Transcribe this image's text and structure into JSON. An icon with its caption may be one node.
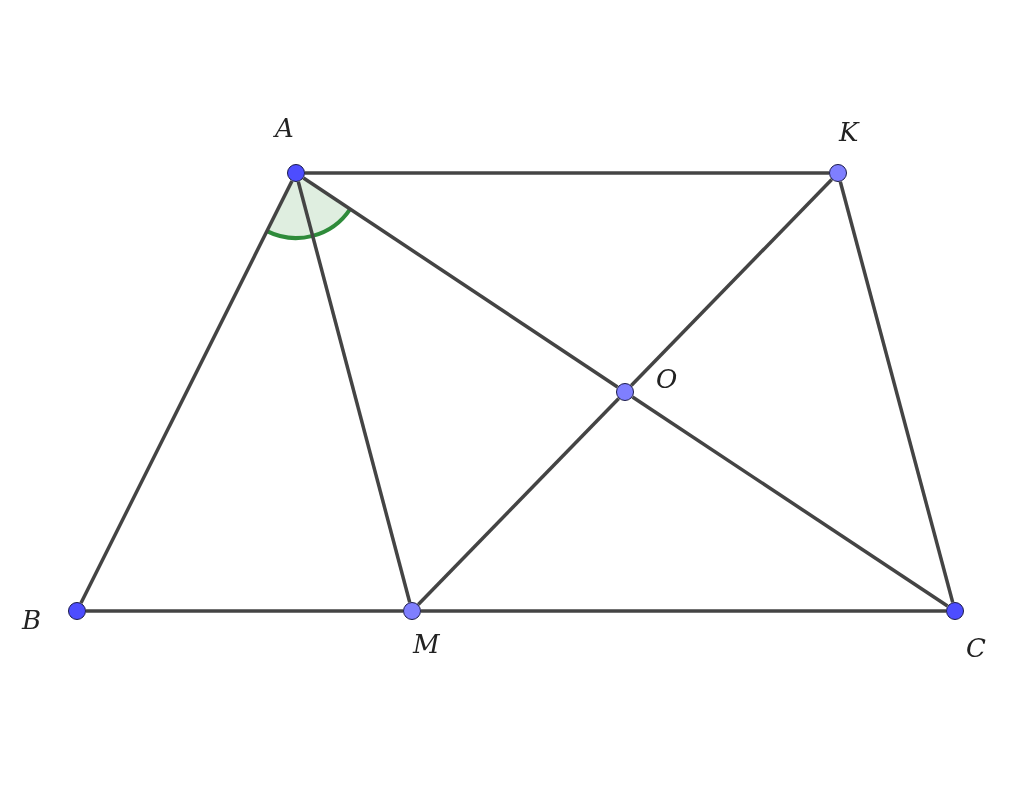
{
  "diagram": {
    "nodes": [
      {
        "text": [
          "A"
        ]
      },
      {
        "text": [
          "K"
        ]
      },
      {
        "text": [
          "O"
        ]
      },
      {
        "text": [
          "B"
        ]
      },
      {
        "text": [
          "M"
        ]
      },
      {
        "text": [
          "C"
        ]
      }
    ],
    "edges": [
      {
        "from": 0,
        "to": 1,
        "arrow": "none"
      },
      {
        "from": 0,
        "to": 3,
        "arrow": "none"
      },
      {
        "from": 0,
        "to": 4,
        "arrow": "none"
      },
      {
        "from": 0,
        "to": 2,
        "arrow": "none"
      },
      {
        "from": 2,
        "to": 5,
        "arrow": "none"
      },
      {
        "from": 1,
        "to": 2,
        "arrow": "none"
      },
      {
        "from": 2,
        "to": 4,
        "arrow": "none"
      },
      {
        "from": 1,
        "to": 5,
        "arrow": "none"
      },
      {
        "from": 3,
        "to": 4,
        "arrow": "none"
      },
      {
        "from": 4,
        "to": 5,
        "arrow": "none"
      }
    ]
  }
}
